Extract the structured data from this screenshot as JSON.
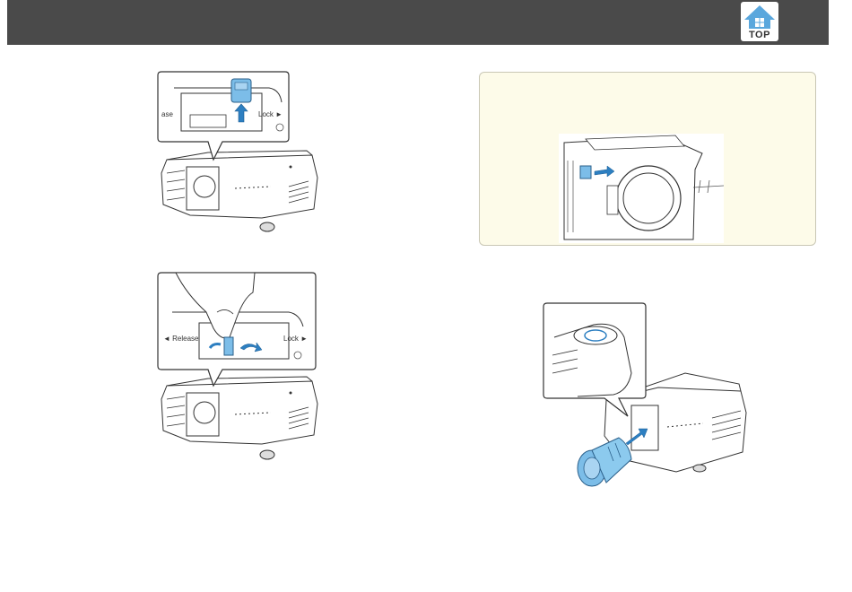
{
  "header": {
    "top_button_label": "TOP"
  },
  "figure1": {
    "label_release_partial": "ase",
    "label_lock": "Lock ►"
  },
  "figure2": {
    "label_release": "◄ Release",
    "label_lock": "Lock ►"
  },
  "colors": {
    "header_bg": "#4a4a4a",
    "accent_blue": "#5aa7dd",
    "note_bg": "#fdfbe9",
    "note_border": "#c9c7b5"
  }
}
